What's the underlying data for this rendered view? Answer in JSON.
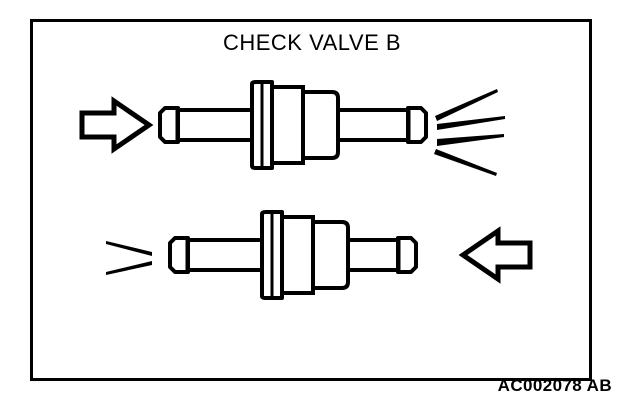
{
  "figure": {
    "title": "CHECK VALVE B",
    "code": "AC002078 AB",
    "border_color": "#000000",
    "line_color": "#000000",
    "background_color": "#ffffff"
  },
  "diagrams": [
    {
      "name": "check-valve-flow-open",
      "description": "Check valve B shown with flow entering from the left; fluid sprays out of the right nipple.",
      "arrow": {
        "name": "flow-arrow-right",
        "direction": "right",
        "label": ""
      },
      "spray": {
        "name": "spray-lines-right",
        "side": "right",
        "line_count": 4
      },
      "valve": {
        "name": "check-valve-body-top",
        "orientation": "flange-left"
      }
    },
    {
      "name": "check-valve-flow-blocked",
      "description": "Check valve B shown with flow entering from the right; only a small leak pattern appears at the left nipple.",
      "arrow": {
        "name": "flow-arrow-left",
        "direction": "left",
        "label": ""
      },
      "spray": {
        "name": "spray-lines-left",
        "side": "left",
        "line_count": 2
      },
      "valve": {
        "name": "check-valve-body-bottom",
        "orientation": "flange-left"
      }
    }
  ]
}
